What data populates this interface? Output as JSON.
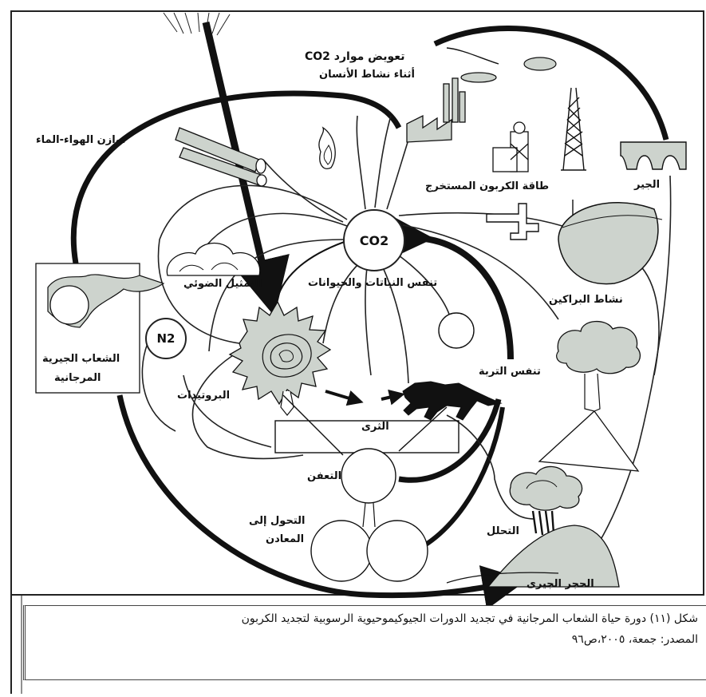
{
  "figure": {
    "labels": {
      "co2_compensation_line1": "تعويض موارد CO2",
      "co2_compensation_line2": "أثناء نشاط الأنسان",
      "air_water_balance": "توازن الهواء-الماء",
      "fossil_carbon_energy": "طاقة الكربون المستخرج",
      "limestone_lime": "الجير",
      "photosynthesis": "التمثيل الضوئي",
      "plant_animal_respiration": "تنفس النباتات والحيوانات",
      "volcanic_activity": "نشاط البراكين",
      "coral_reefs_line1": "الشعاب الجيرية",
      "coral_reefs_line2": "المرجانية",
      "proteins": "البروتيدات",
      "soil": "الثرى",
      "soil_respiration": "تنفس التربة",
      "putrefaction": "التعفن",
      "mineralization_line1": "التحول إلى",
      "mineralization_line2": "المعادن",
      "decomposition": "التحلل",
      "limestone_rock": "الحجر الجيرى",
      "co2_center": "CO2",
      "n2": "N2"
    },
    "colors": {
      "fill_gray": "#cdd3cd",
      "stroke": "#1a1a1a",
      "background": "#ffffff"
    }
  },
  "caption": {
    "title": "شكل (١١) دورة حياة الشعاب المرجانية في تجديد الدورات الجيوكيموحيوية الرسوبية لتجديد الكربون",
    "source": "المصدر: جمعة، ٢٠٠٥،ص٩٦"
  }
}
